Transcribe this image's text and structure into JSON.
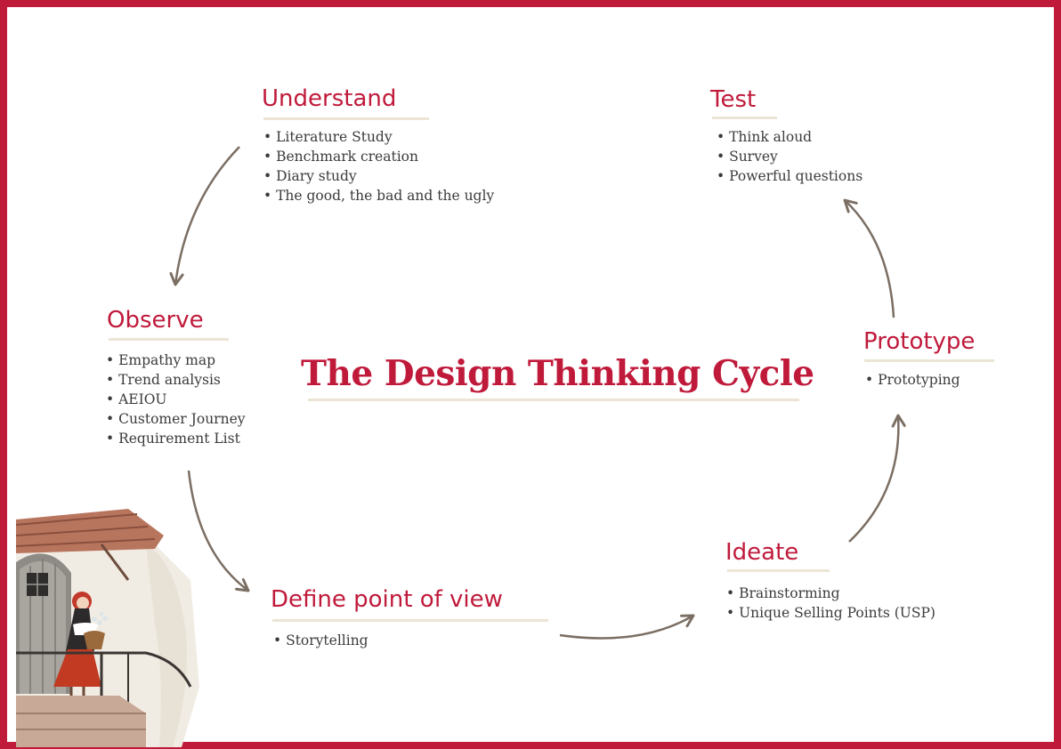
{
  "title": "The Design Thinking Cycle",
  "colors": {
    "border": "#c01a3b",
    "accent": "#c01a3b",
    "underline": "#ece5d6",
    "arrow": "#7b6e63",
    "text": "#3b3b3b"
  },
  "stages": [
    {
      "heading": "Understand",
      "items": [
        "Literature Study",
        "Benchmark creation",
        "Diary study",
        "The good, the bad and the ugly"
      ]
    },
    {
      "heading": "Observe",
      "items": [
        "Empathy map",
        "Trend analysis",
        "AEIOU",
        "Customer Journey",
        "Requirement List"
      ]
    },
    {
      "heading": "Define point of view",
      "items": [
        "Storytelling"
      ]
    },
    {
      "heading": "Ideate",
      "items": [
        "Brainstorming",
        "Unique Selling Points (USP)"
      ]
    },
    {
      "heading": "Prototype",
      "items": [
        "Prototyping"
      ]
    },
    {
      "heading": "Test",
      "items": [
        "Think aloud",
        "Survey",
        "Powerful questions"
      ]
    }
  ],
  "illustration": "girl-with-basket-at-cottage-door"
}
